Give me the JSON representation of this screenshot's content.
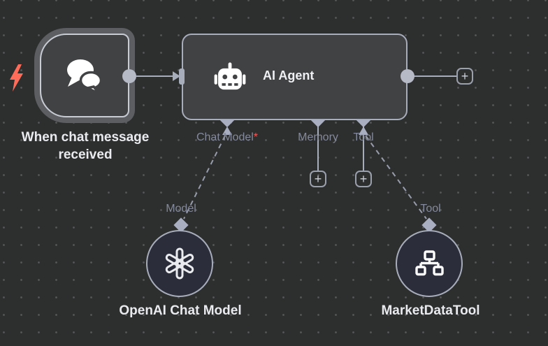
{
  "canvas": {
    "background_color": "#2d2e2e",
    "dot_color": "#57585a",
    "wire_color": "#a8adbb",
    "diamond_color": "#a9aec1",
    "selection_halo_color": "#5d5e61",
    "node_fill": "#414244",
    "subnode_fill": "#2b2d3a",
    "required_color": "#f45959",
    "lightning_color": "#ff6d5a"
  },
  "trigger_node": {
    "label": "When chat message received",
    "icon": "chat-bubbles",
    "selected": true
  },
  "agent_node": {
    "title": "AI Agent",
    "icon": "robot",
    "input_ports": [
      {
        "label": "Chat Model",
        "required_marker": "*",
        "required": true
      },
      {
        "label": "Memory",
        "required": false
      },
      {
        "label": "Tool",
        "required": false
      }
    ]
  },
  "sub_nodes": [
    {
      "port_label": "Model",
      "label": "OpenAI Chat Model",
      "icon": "openai-logo"
    },
    {
      "port_label": "Tool",
      "label": "MarketDataTool",
      "icon": "sitemap"
    }
  ],
  "buttons": {
    "add_label": "+"
  }
}
